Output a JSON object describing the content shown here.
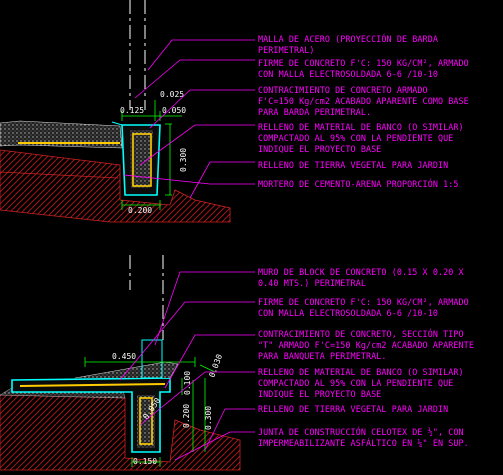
{
  "detail_top": {
    "notes": [
      {
        "lines": [
          "MALLA DE ACERO (PROYECCIÓN DE BARDA",
          "PERIMETRAL)"
        ]
      },
      {
        "lines": [
          "FIRME DE CONCRETO F'C: 150 KG/CM², ARMADO",
          "CON MALLA ELECTROSOLDADA 6-6 /10-10"
        ]
      },
      {
        "lines": [
          "CONTRACIMIENTO DE CONCRETO ARMADO",
          "F'C=150 Kg/cm2  ACABADO APARENTE COMO BASE",
          "PARA BARDA PERIMETRAL."
        ]
      },
      {
        "lines": [
          "RELLENO DE MATERIAL DE BANCO (O SIMILAR)",
          "COMPACTADO AL 95% CON LA PENDIENTE QUE",
          "INDIQUE EL PROYECTO BASE"
        ]
      },
      {
        "lines": [
          "RELLENO DE TIERRA VEGETAL PARA JARDIN"
        ]
      },
      {
        "lines": [
          "MORTERO DE CEMENTO-ARENA PROPORCIÓN 1:5"
        ]
      }
    ],
    "dimensions": {
      "d1": "0.025",
      "d2": "0.125",
      "d3": "0.050",
      "d4": "0.300",
      "d5": "0.200"
    }
  },
  "detail_bottom": {
    "notes": [
      {
        "lines": [
          "MURO DE BLOCK DE CONCRETO (0.15 X 0.20 X",
          "0.40 MTS.) PERIMETRAL"
        ]
      },
      {
        "lines": [
          "FIRME DE CONCRETO F'C: 150 KG/CM², ARMADO",
          "CON MALLA ELECTROSOLDADA 6-6 /10-10"
        ]
      },
      {
        "lines": [
          "CONTRACIMIENTO DE CONCRETO, SECCIÓN TIPO",
          "\"T\" ARMADO F'C=150 Kg/cm2  ACABADO APARENTE",
          "PARA BANQUETA PERIMETRAL."
        ]
      },
      {
        "lines": [
          "RELLENO DE MATERIAL DE BANCO (O SIMILAR)",
          "COMPACTADO AL 95% CON LA PENDIENTE QUE",
          "INDIQUE EL PROYECTO BASE"
        ]
      },
      {
        "lines": [
          "RELLENO DE TIERRA VEGETAL PARA JARDIN"
        ]
      },
      {
        "lines": [
          "JUNTA DE CONSTRUCCIÓN CELOTEX DE ½\", CON",
          "IMPERMEABILIZANTE ASFÁLTICO EN ¼\" EN SUP."
        ]
      }
    ],
    "dimensions": {
      "d1": "0.450",
      "d2": "0.030",
      "d3": "0.100",
      "d4": "0.200",
      "d5": "0.300",
      "d6": "0.150",
      "d7": "0.050"
    }
  },
  "colors": {
    "annotation": "#ff00ff",
    "dimension": "#00ff00",
    "concrete": "#00ffff",
    "rebar": "#ffcc00",
    "soil": "#cc2222"
  }
}
